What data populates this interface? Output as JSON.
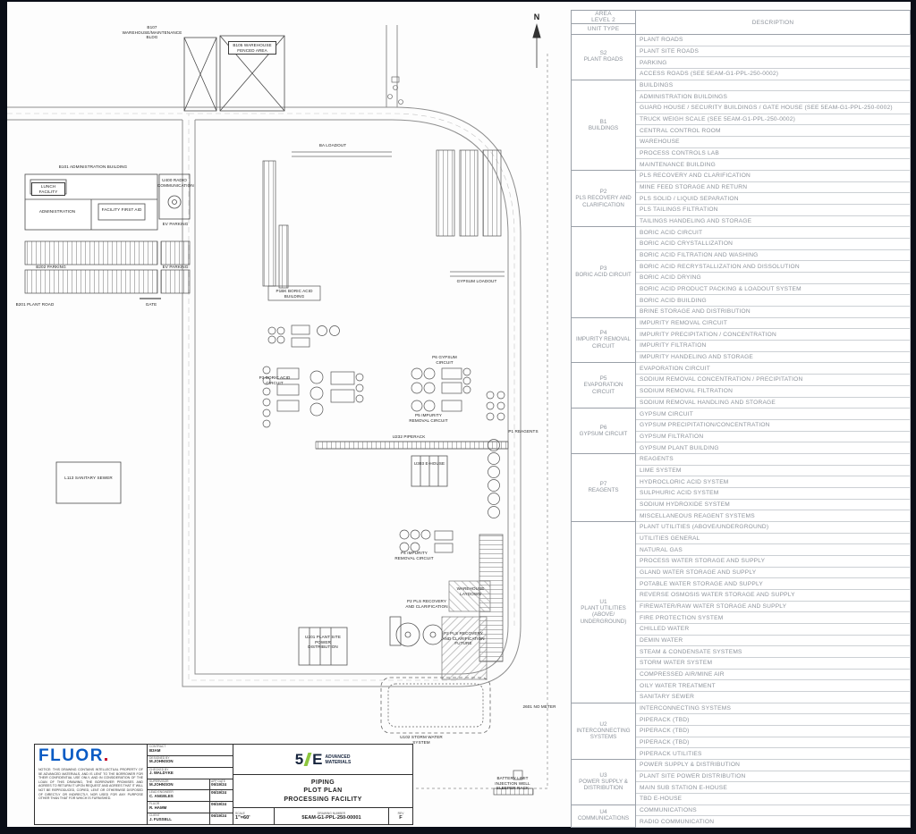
{
  "colors": {
    "background_border": "#0a0e17",
    "fluor_blue": "#0a5bc4",
    "logo_green": "#8dc63f",
    "table_text": "#8d939b"
  },
  "drawing": {
    "labels": {
      "b107": "B107 WAREHOUSE/MAINTENANCE BLDG",
      "b105": "B105 WAREHOUSE FENCED AREA",
      "b101": "B101 ADMINISTRATION BUILDING",
      "lunch": "LUNCH FACILITY",
      "first_aid": "FACILITY FIRST AID",
      "administration": "ADMINISTRATION",
      "u400": "U400 RADIO COMMUNICATION",
      "ev_parking_1": "EV PARKING",
      "b202": "B202 PARKING",
      "ev_parking_2": "EV PARKING",
      "b201": "B201 PLANT ROAD",
      "gate": "GATE",
      "l113": "L113 SANITARY SEWER",
      "ba_loadout": "BA LOADOUT",
      "p1bk": "P1BK BORIC ACID BUILDING",
      "p3": "P3 BORIC ACID CIRCUIT",
      "gypsum_loadout": "GYPSUM LOADOUT",
      "p6": "P6 GYPSUM CIRCUIT",
      "p5": "P5 IMPURITY REMOVAL CIRCUIT",
      "u232": "U232 PIPERACK",
      "u303": "U303 E-HOUSE",
      "p1": "P1 REAGENTS",
      "u201": "U201 PLANT SITE POWER DISTRIBUTION",
      "p4": "P4 IMPURITY REMOVAL CIRCUIT",
      "p2": "P2 PLS RECOVERY AND CLARIFICATION",
      "p2_future": "P2 PLS RECOVERY AND CLARIFICATION FUTURE",
      "warehouse_laydown": "WAREHOUSE LAYDOWN",
      "u102": "U102 STORM WATER SYSTEM",
      "no_meter": "2601 NO METER",
      "battery_limit": "BATTERY LIMIT INJECTION WELL SLEEPER RACK",
      "north": "N"
    }
  },
  "title_block": {
    "fluor_logo": "FLUOR",
    "notice": "NOTICE: THIS DRAWING CONTAINS INTELLECTUAL PROPERTY OF 5E ADVANCED MATERIALS, AND IS LENT TO THE BORROWER FOR THEIR CONFIDENTIAL USE ONLY, AND IN CONSIDERATION OF THE LOAN OF THIS DRAWING, THE BORROWER PROMISES AND AGREES TO RETURN IT UPON REQUEST AND AGREES THAT IT WILL NOT BE REPRODUCED, COPIED, LENT OR OTHERWISE DISPOSED OF DIRECTLY OR INDIRECTLY, NOR USED FOR ANY PURPOSE OTHER THAN THAT FOR WHICH IS FURNISHED.",
    "app_date_label": "APP DATE",
    "rows": [
      {
        "label": "CONTRACT",
        "value": "B3AM"
      },
      {
        "label": "DESIGNED BY",
        "value": "M.JOHNSON"
      },
      {
        "label": "CHECKED BY",
        "value": "J. WALDYKE"
      },
      {
        "label": "SUPERVISOR",
        "value": "M.JOHNSON",
        "date": "06/19/24"
      },
      {
        "label": "LEAD ENGINEER",
        "value": "C. ANGELES",
        "date": "06/19/24"
      },
      {
        "label": "FLUOR",
        "value": "R. HAMM",
        "date": "06/19/24"
      },
      {
        "label": "CLIENT",
        "value": "J. FUSSELL",
        "date": "06/19/24"
      }
    ],
    "logo_5e": {
      "five": "5",
      "e": "E",
      "line1": "ADVANCED",
      "line2": "MATERIALS"
    },
    "title_line1": "PIPING",
    "title_line2": "PLOT PLAN",
    "title_line3": "PROCESSING FACILITY",
    "scale_label": "SCALE",
    "scale_value": "1\"=60'",
    "drawing_number_label": "DRAWING NUMBER",
    "drawing_number": "5EAM-G1-PPL-250-00001",
    "rev_label": "REV",
    "rev_value": "F"
  },
  "legend_table": {
    "header": {
      "area_line1": "AREA",
      "area_line2": "LEVEL 2",
      "unit_type": "UNIT TYPE",
      "description": "DESCRIPTION"
    },
    "groups": [
      {
        "code": "S2",
        "name": "PLANT ROADS",
        "rows": [
          "PLANT ROADS",
          "PLANT SITE ROADS",
          "PARKING",
          "ACCESS ROADS (SEE 5EAM-G1-PPL-250-0002)"
        ]
      },
      {
        "code": "B1",
        "name": "BUILDINGS",
        "rows": [
          "BUILDINGS",
          "ADMINISTRATION BUILDINGS",
          "GUARD HOUSE / SECURITY BUILDINGS / GATE HOUSE (SEE 5EAM-G1-PPL-250-0002)",
          "TRUCK WEIGH SCALE (SEE 5EAM-G1-PPL-250-0002)",
          "CENTRAL CONTROL ROOM",
          "WAREHOUSE",
          "PROCESS CONTROLS LAB",
          "MAINTENANCE BUILDING"
        ]
      },
      {
        "code": "P2",
        "name": "PLS RECOVERY AND CLARIFICATION",
        "rows": [
          "PLS RECOVERY AND CLARIFICATION",
          "MINE FEED STORAGE AND RETURN",
          "PLS SOLID / LIQUID SEPARATION",
          "PLS TAILINGS FILTRATION",
          "TAILINGS HANDELING AND STORAGE"
        ]
      },
      {
        "code": "P3",
        "name": "BORIC ACID CIRCUIT",
        "rows": [
          "BORIC ACID CIRCUIT",
          "BORIC ACID CRYSTALLIZATION",
          "BORIC ACID FILTRATION AND WASHING",
          "BORIC ACID RECRYSTALLIZATION AND DISSOLUTION",
          "BORIC ACID DRYING",
          "BORIC ACID PRODUCT PACKING & LOADOUT SYSTEM",
          "BORIC ACID BUILDING",
          "BRINE STORAGE AND DISTRIBUTION"
        ]
      },
      {
        "code": "P4",
        "name": "IMPURITY REMOVAL CIRCUIT",
        "rows": [
          "IMPURITY REMOVAL CIRCUIT",
          "IMPURITY PRECIPITATION / CONCENTRATION",
          "IMPURITY FILTRATION",
          "IMPURITY HANDELING AND STORAGE"
        ]
      },
      {
        "code": "P5",
        "name": "EVAPORATION CIRCUIT",
        "rows": [
          "EVAPORATION CIRCUIT",
          "SODIUM REMOVAL CONCENTRATION / PRECIPITATION",
          "SODIUM REMOVAL FILTRATION",
          "SODIUM REMOVAL HANDLING AND STORAGE"
        ]
      },
      {
        "code": "P6",
        "name": "GYPSUM CIRCUIT",
        "rows": [
          "GYPSUM CIRCUIT",
          "GYPSUM PRECIPITATION/CONCENTRATION",
          "GYPSUM FILTRATION",
          "GYPSUM PLANT BUILDING"
        ]
      },
      {
        "code": "P7",
        "name": "REAGENTS",
        "rows": [
          "REAGENTS",
          "LIME SYSTEM",
          "HYDROCLORIC ACID SYSTEM",
          "SULPHURIC ACID SYSTEM",
          "SODIUM HYDROXIDE SYSTEM",
          "MISCELLANEOUS REAGENT SYSTEMS"
        ]
      },
      {
        "code": "U1",
        "name": "PLANT UTILITIES (ABOVE/ UNDERGROUND)",
        "rows": [
          "PLANT UTILITIES (ABOVE/UNDERGROUND)",
          "UTILITIES GENERAL",
          "NATURAL GAS",
          "PROCESS WATER STORAGE AND SUPPLY",
          "GLAND WATER STORAGE AND SUPPLY",
          "POTABLE WATER STORAGE AND SUPPLY",
          "REVERSE OSMOSIS WATER STORAGE AND SUPPLY",
          "FIREWATER/RAW WATER STORAGE AND SUPPLY",
          "FIRE PROTECTION SYSTEM",
          "CHILLED WATER",
          "DEMIN WATER",
          "STEAM & CONDENSATE SYSTEMS",
          "STORM WATER SYSTEM",
          "COMPRESSED AIR/MINE AIR",
          "OILY WATER TREATMENT",
          "SANITARY SEWER"
        ]
      },
      {
        "code": "U2",
        "name": "INTERCONNECTING SYSTEMS",
        "rows": [
          "INTERCONNECTING SYSTEMS",
          "PIPERACK (TBD)",
          "PIPERACK (TBD)",
          "PIPERACK  (TBD)",
          "PIPERACK UTILITIES"
        ]
      },
      {
        "code": "U3",
        "name": "POWER SUPPLY & DISTRIBUTION",
        "rows": [
          "POWER SUPPLY & DISTRIBUTION",
          "PLANT SITE POWER DISTRIBUTION",
          "MAIN SUB STATION E-HOUSE",
          "TBD E-HOUSE"
        ]
      },
      {
        "code": "U4",
        "name": "COMMUNICATIONS",
        "rows": [
          "COMMUNICATIONS",
          "RADIO COMMUNICATION"
        ]
      }
    ]
  }
}
